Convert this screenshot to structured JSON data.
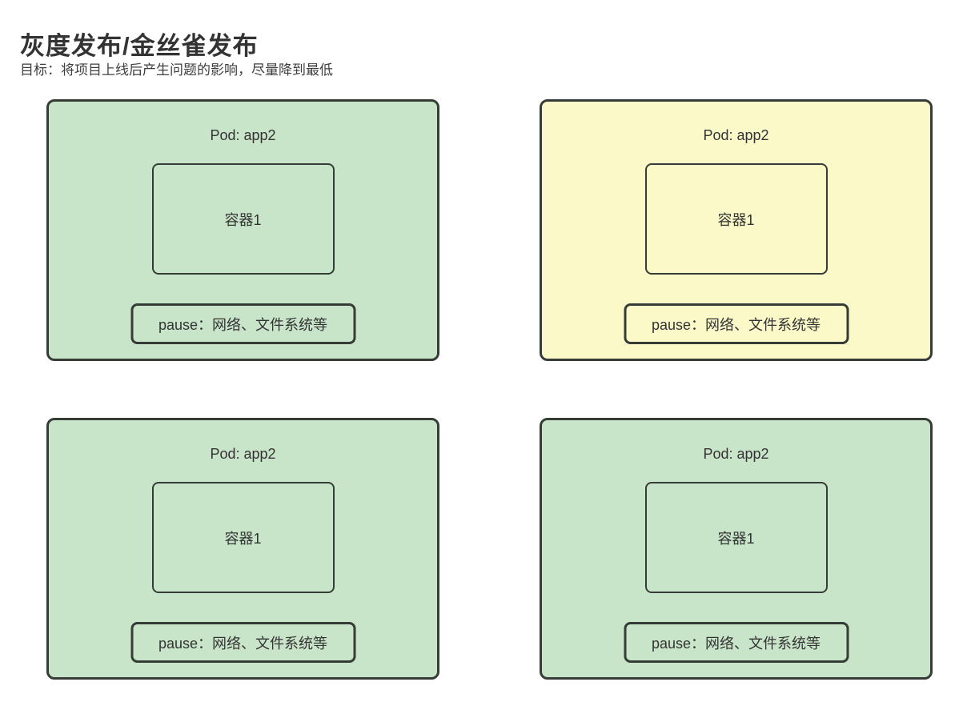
{
  "page": {
    "title": "灰度发布/金丝雀发布",
    "subtitle": "目标：将项目上线后产生问题的影响，尽量降到最低"
  },
  "colors": {
    "pod_green": "#c8e5c9",
    "pod_yellow": "#fbf9c8",
    "border_dark": "#363d36",
    "text_dark": "#333333"
  },
  "pods": [
    {
      "position": "top-left",
      "variant": "green",
      "pod_label": "Pod: app2",
      "container_label": "容器1",
      "pause_label": "pause：网络、文件系统等"
    },
    {
      "position": "top-right",
      "variant": "yellow",
      "pod_label": "Pod: app2",
      "container_label": "容器1",
      "pause_label": "pause：网络、文件系统等"
    },
    {
      "position": "bottom-left",
      "variant": "green",
      "pod_label": "Pod: app2",
      "container_label": "容器1",
      "pause_label": "pause：网络、文件系统等"
    },
    {
      "position": "bottom-right",
      "variant": "green",
      "pod_label": "Pod: app2",
      "container_label": "容器1",
      "pause_label": "pause：网络、文件系统等"
    }
  ]
}
